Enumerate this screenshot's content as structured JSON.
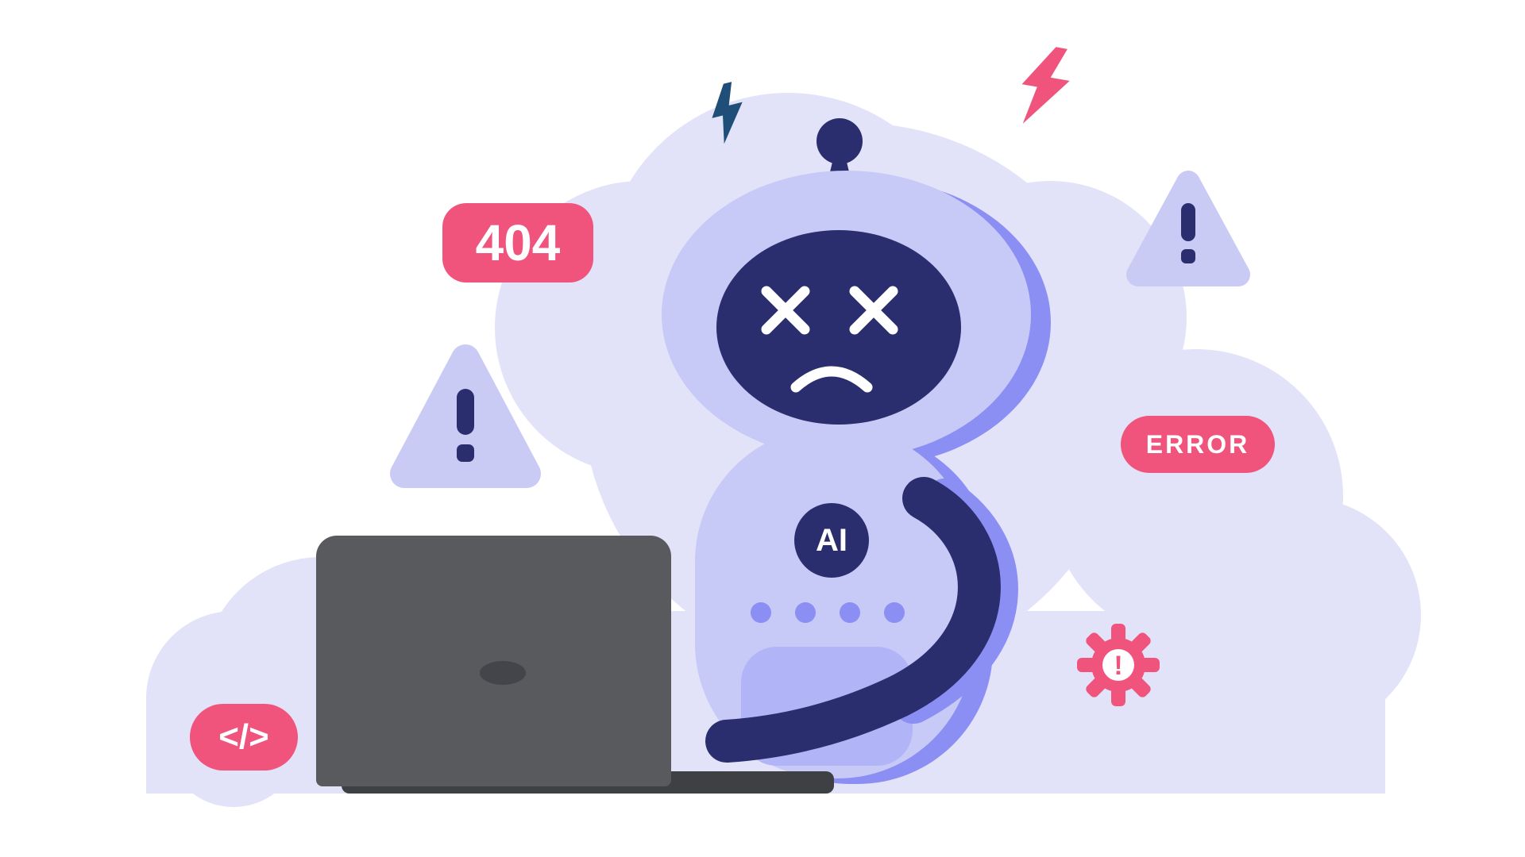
{
  "illustration": {
    "badges": {
      "not_found": "404",
      "error": "ERROR",
      "code": "</>",
      "ai": "AI",
      "gear_exclamation": "!"
    },
    "icons": [
      "warning-triangle-left-icon",
      "warning-triangle-right-icon",
      "lightning-bolt-navy-icon",
      "lightning-bolt-pink-icon",
      "gear-alert-icon",
      "code-badge-icon",
      "robot-antenna-icon",
      "robot-eyes-x-icon",
      "laptop-icon"
    ],
    "colors": {
      "pink": "#F0547C",
      "navy": "#2B2E6E",
      "lavender": "#C7C9F7",
      "lavender_shadow": "#8B8EF2",
      "lavender_soft": "#B1B4F6",
      "cloud": "#E2E3F8",
      "laptop_gray": "#595A5E",
      "laptop_dark": "#3F4044",
      "white": "#FFFFFF"
    }
  }
}
